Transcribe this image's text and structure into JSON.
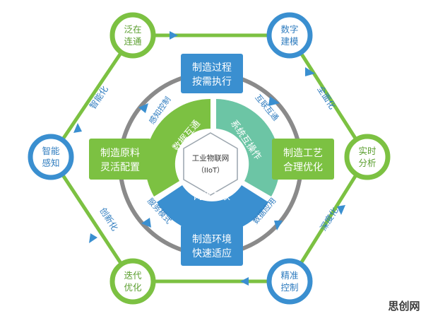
{
  "center": {
    "line1": "工业物联网",
    "line2": "（IIoT）"
  },
  "inner_segments": [
    {
      "label": "数据互通",
      "color": "#7cc142"
    },
    {
      "label": "系统互操作",
      "color": "#6cc5a5"
    },
    {
      "label": "网络互联",
      "color": "#3a8fd0"
    }
  ],
  "boxes": {
    "top": {
      "line1": "制造过程",
      "line2": "按需执行",
      "color": "#3a8fd0"
    },
    "right": {
      "line1": "制造工艺",
      "line2": "合理优化",
      "color": "#7cc142"
    },
    "bottom": {
      "line1": "制造环境",
      "line2": "快速适应",
      "color": "#3a8fd0"
    },
    "left": {
      "line1": "制造原料",
      "line2": "灵活配置",
      "color": "#7cc142"
    }
  },
  "ring_labels": {
    "top_left": "感知控制",
    "top_right": "互联互通",
    "bottom_left": "服务模式",
    "bottom_right": "数据应用"
  },
  "hex_nodes": {
    "top_left": {
      "line1": "泛在",
      "line2": "连通",
      "border": "#7cc142"
    },
    "top_right": {
      "line1": "数字",
      "line2": "建模",
      "border": "#3a8fd0"
    },
    "right": {
      "line1": "实时",
      "line2": "分析",
      "border": "#7cc142"
    },
    "bottom_right": {
      "line1": "精准",
      "line2": "控制",
      "border": "#3a8fd0"
    },
    "bottom_left": {
      "line1": "迭代",
      "line2": "优化",
      "border": "#7cc142"
    },
    "left": {
      "line1": "智能",
      "line2": "感知",
      "border": "#3a8fd0"
    }
  },
  "edge_labels": {
    "upper_left": "智能化",
    "upper_right": "全面化",
    "lower_right": "深度化",
    "lower_left": "创新化"
  },
  "watermark": "思创网",
  "colors": {
    "green": "#7cc142",
    "blue": "#3a8fd0",
    "teal": "#6cc5a5",
    "gray": "#8a8a8a",
    "text_green": "#5a9e2e",
    "text_blue": "#2f7cbf"
  }
}
